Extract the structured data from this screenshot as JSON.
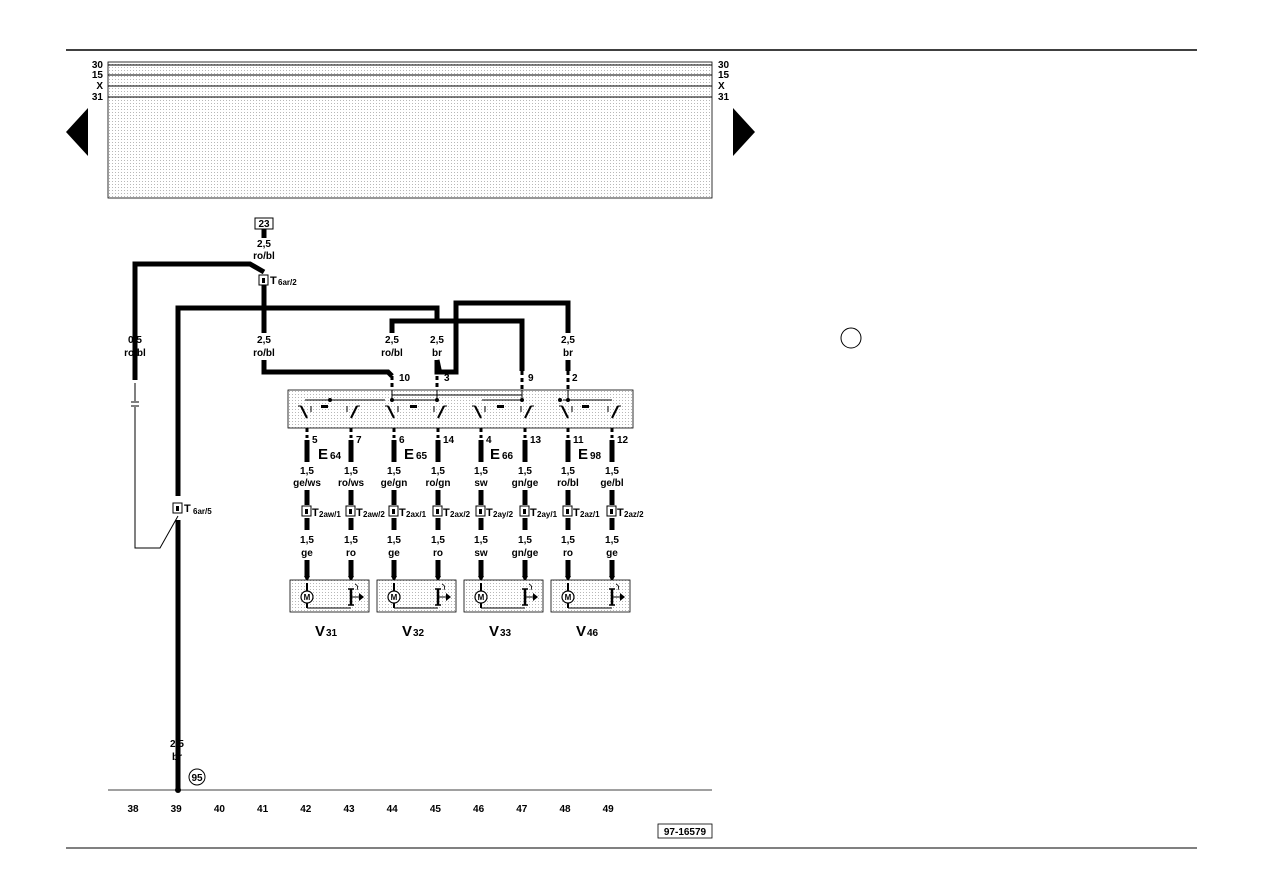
{
  "bus_labels_left": [
    "30",
    "15",
    "X",
    "31"
  ],
  "bus_labels_right": [
    "30",
    "15",
    "X",
    "31"
  ],
  "nav": {
    "prev_icon": "triangle-left-icon",
    "next_icon": "triangle-right-icon"
  },
  "feed": {
    "source_ref": "23",
    "wire_top": {
      "size": "2,5",
      "color": "ro/bl"
    },
    "connector_top": {
      "main": "T",
      "sub": "6ar/2"
    },
    "wire_left": {
      "size": "0,5",
      "color": "ro/bl"
    },
    "wire_down": {
      "size": "2,5",
      "color": "ro/bl"
    },
    "connector_left": {
      "main": "T",
      "sub": "6ar/5"
    },
    "wire_ground": {
      "size": "2,5",
      "color": "br"
    },
    "ground_ref": "95"
  },
  "switch_inputs": [
    {
      "size": "2,5",
      "color": "ro/bl",
      "pin": "10"
    },
    {
      "size": "2,5",
      "color": "br",
      "pin": "3"
    },
    {
      "size": "",
      "color": "",
      "pin": "9"
    },
    {
      "size": "2,5",
      "color": "br",
      "pin": "2"
    }
  ],
  "switches": [
    {
      "name": "E",
      "sub": "64"
    },
    {
      "name": "E",
      "sub": "65"
    },
    {
      "name": "E",
      "sub": "66"
    },
    {
      "name": "E",
      "sub": "98"
    }
  ],
  "outputs": [
    {
      "pin": "5",
      "size": "1,5",
      "color": "ge/ws",
      "conn": "T",
      "conn_sub": "2aw/1",
      "size2": "1,5",
      "color2": "ge"
    },
    {
      "pin": "7",
      "size": "1,5",
      "color": "ro/ws",
      "conn": "T",
      "conn_sub": "2aw/2",
      "size2": "1,5",
      "color2": "ro"
    },
    {
      "pin": "6",
      "size": "1,5",
      "color": "ge/gn",
      "conn": "T",
      "conn_sub": "2ax/1",
      "size2": "1,5",
      "color2": "ge"
    },
    {
      "pin": "14",
      "size": "1,5",
      "color": "ro/gn",
      "conn": "T",
      "conn_sub": "2ax/2",
      "size2": "1,5",
      "color2": "ro"
    },
    {
      "pin": "4",
      "size": "1,5",
      "color": "sw",
      "conn": "T",
      "conn_sub": "2ay/2",
      "size2": "1,5",
      "color2": "sw"
    },
    {
      "pin": "13",
      "size": "1,5",
      "color": "gn/ge",
      "conn": "T",
      "conn_sub": "2ay/1",
      "size2": "1,5",
      "color2": "gn/ge"
    },
    {
      "pin": "11",
      "size": "1,5",
      "color": "ro/bl",
      "conn": "T",
      "conn_sub": "2az/1",
      "size2": "1,5",
      "color2": "ro"
    },
    {
      "pin": "12",
      "size": "1,5",
      "color": "ge/bl",
      "conn": "T",
      "conn_sub": "2az/2",
      "size2": "1,5",
      "color2": "ge"
    }
  ],
  "motors": [
    {
      "name": "V",
      "sub": "31",
      "motor_letter": "M"
    },
    {
      "name": "V",
      "sub": "32",
      "motor_letter": "M"
    },
    {
      "name": "V",
      "sub": "33",
      "motor_letter": "M"
    },
    {
      "name": "V",
      "sub": "46",
      "motor_letter": "M"
    }
  ],
  "track_numbers": [
    "38",
    "39",
    "40",
    "41",
    "42",
    "43",
    "44",
    "45",
    "46",
    "47",
    "48",
    "49"
  ],
  "drawing_id": "97-16579",
  "colors": {
    "ink": "#000000",
    "dot_fill": "#e8e8e8",
    "page": "#ffffff"
  }
}
